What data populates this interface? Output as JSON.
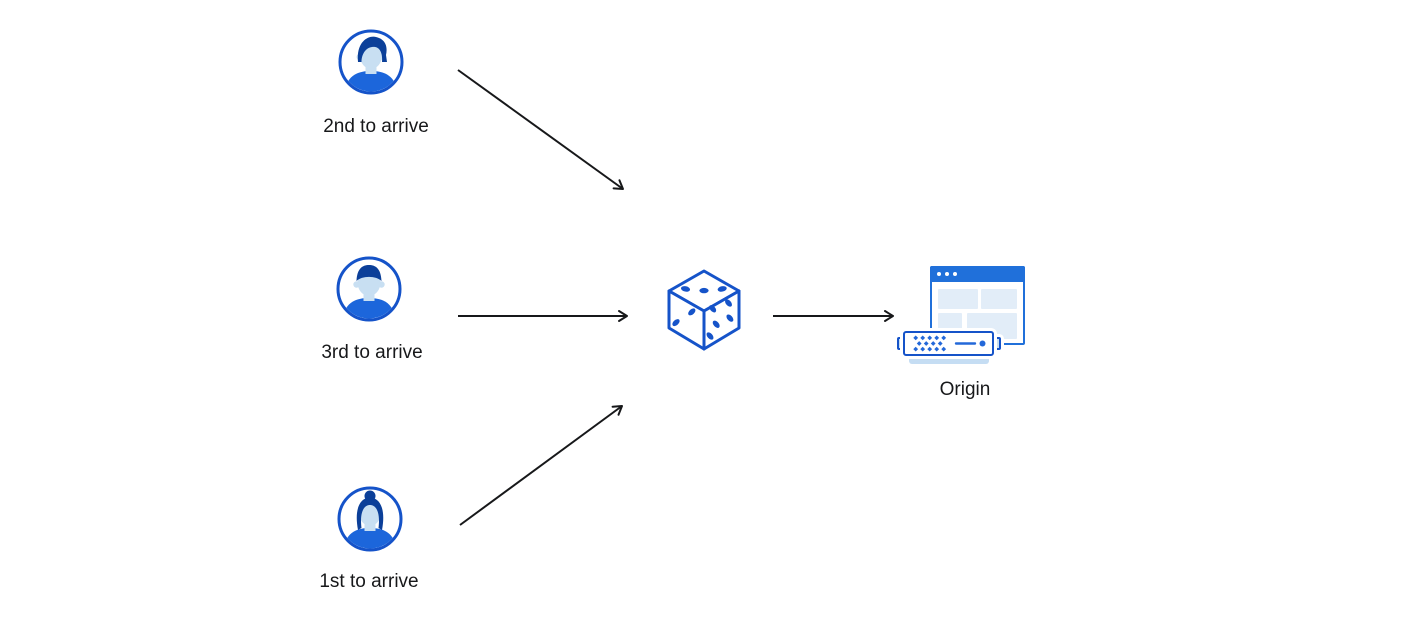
{
  "diagram": {
    "title": "random-steering-to-origin",
    "background": "#ffffff",
    "nodes": {
      "user_top": {
        "label": "2nd to arrive",
        "icon": "user-avatar-male-swept-hair-icon"
      },
      "user_middle": {
        "label": "3rd to arrive",
        "icon": "user-avatar-male-short-hair-icon"
      },
      "user_bottom": {
        "label": "1st to arrive",
        "icon": "user-avatar-female-bun-icon"
      },
      "dice": {
        "label": "",
        "icon": "dice-icon"
      },
      "origin": {
        "label": "Origin",
        "icon": "origin-browser-and-server-icon"
      }
    },
    "edges": [
      {
        "from": "user_top",
        "to": "dice"
      },
      {
        "from": "user_middle",
        "to": "dice"
      },
      {
        "from": "user_bottom",
        "to": "dice"
      },
      {
        "from": "dice",
        "to": "origin"
      }
    ],
    "palette": {
      "outline_blue": "#1553c9",
      "shirt_blue": "#1c66db",
      "hair_dark_blue": "#0b3f99",
      "skin_light_blue": "#c8dff2",
      "panel_light_blue": "#e2edf8",
      "titlebar_blue": "#2070da",
      "server_detail_blue": "#2368d9",
      "arrow_color": "#17181a",
      "text_color": "#17181a"
    }
  }
}
